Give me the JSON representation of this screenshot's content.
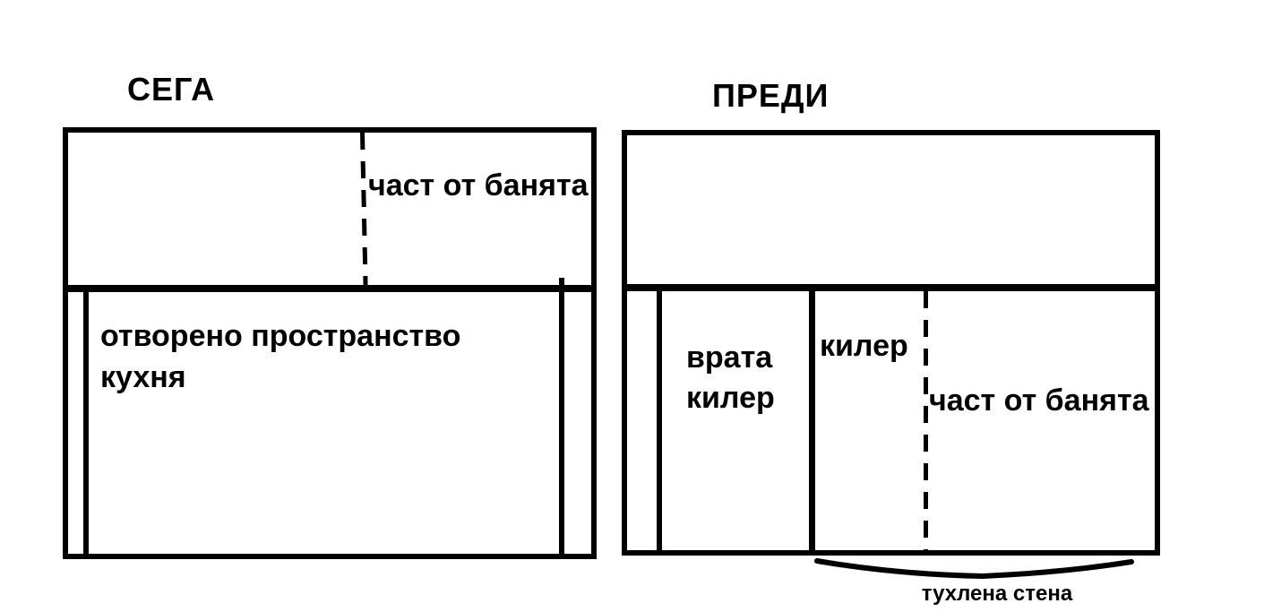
{
  "colors": {
    "ink": "#000000",
    "background": "#ffffff"
  },
  "left_plan": {
    "title": "СЕГА",
    "labels": {
      "bath_part": "част от банята",
      "open_space_line1": "отворено пространство",
      "open_space_line2": "кухня"
    }
  },
  "right_plan": {
    "title": "ПРЕДИ",
    "labels": {
      "door_closet_line1": "врата",
      "door_closet_line2": "килер",
      "closet": "килер",
      "bath_part": "част от банята",
      "brick_wall": "тухлена стена"
    }
  }
}
